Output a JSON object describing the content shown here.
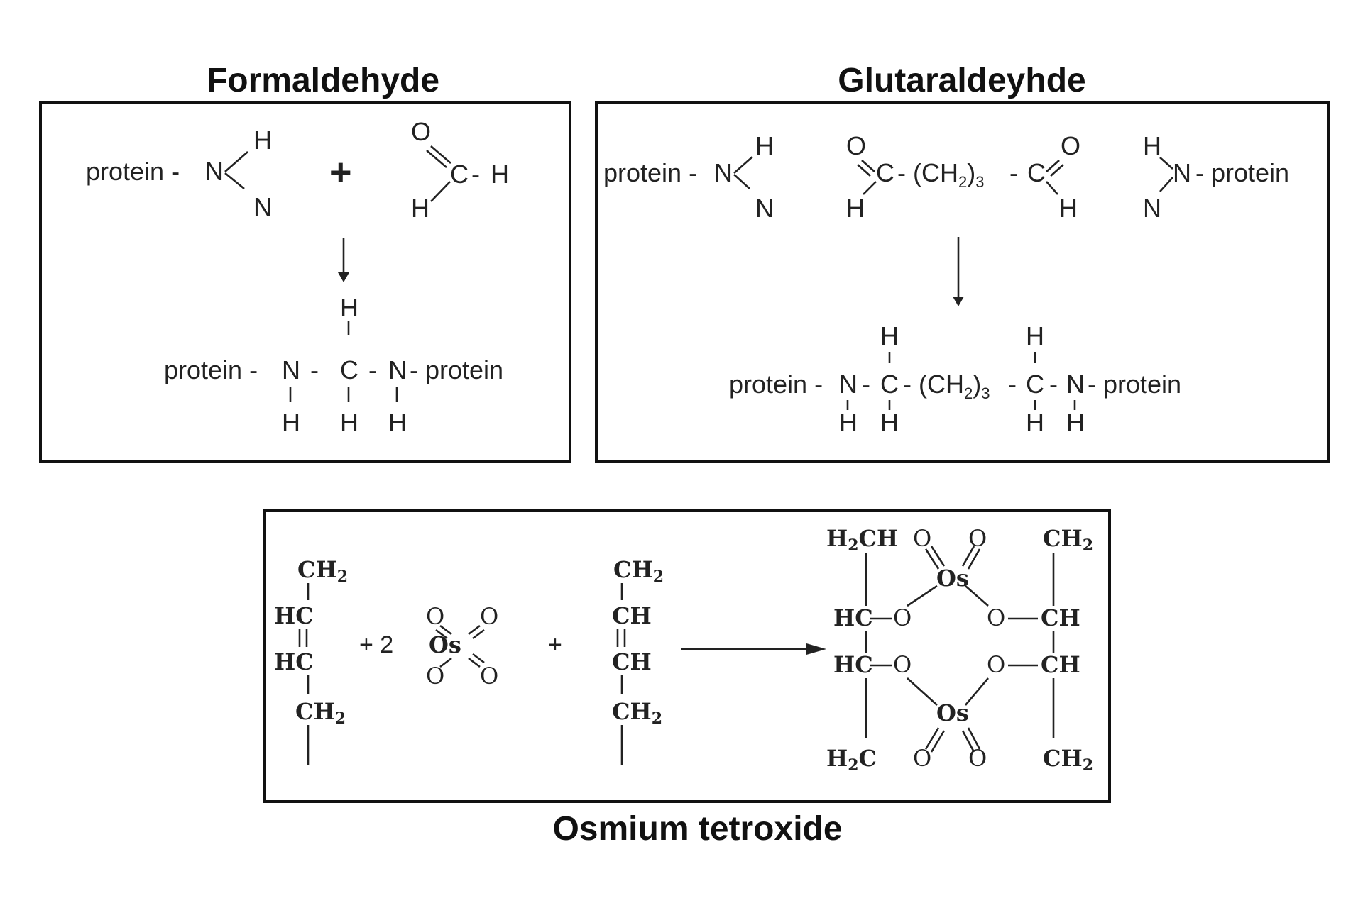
{
  "titles": {
    "formaldehyde": "Formaldehyde",
    "glutaraldehyde": "Glutaraldeyhde",
    "osmium": "Osmium tetroxide"
  },
  "formaldehyde_panel": {
    "protein_label": "protein -",
    "plus": "+",
    "product_protein_left": "protein -",
    "product_protein_right": "- protein"
  },
  "glutaraldehyde_panel": {
    "protein_left": "protein -",
    "protein_right": "- protein",
    "chain_middle": "- (CH",
    "chain_sub": "2",
    "chain_paren": ")",
    "chain_n": "3",
    "product_protein_left": "protein -",
    "product_protein_right": "- protein"
  },
  "osmium_panel": {
    "coefficient": "+ 2",
    "plus": "+",
    "ch2": "CH",
    "hc": "HC",
    "ch": "CH",
    "h2c": "H",
    "os": "Os",
    "o": "O",
    "sub2": "2"
  }
}
